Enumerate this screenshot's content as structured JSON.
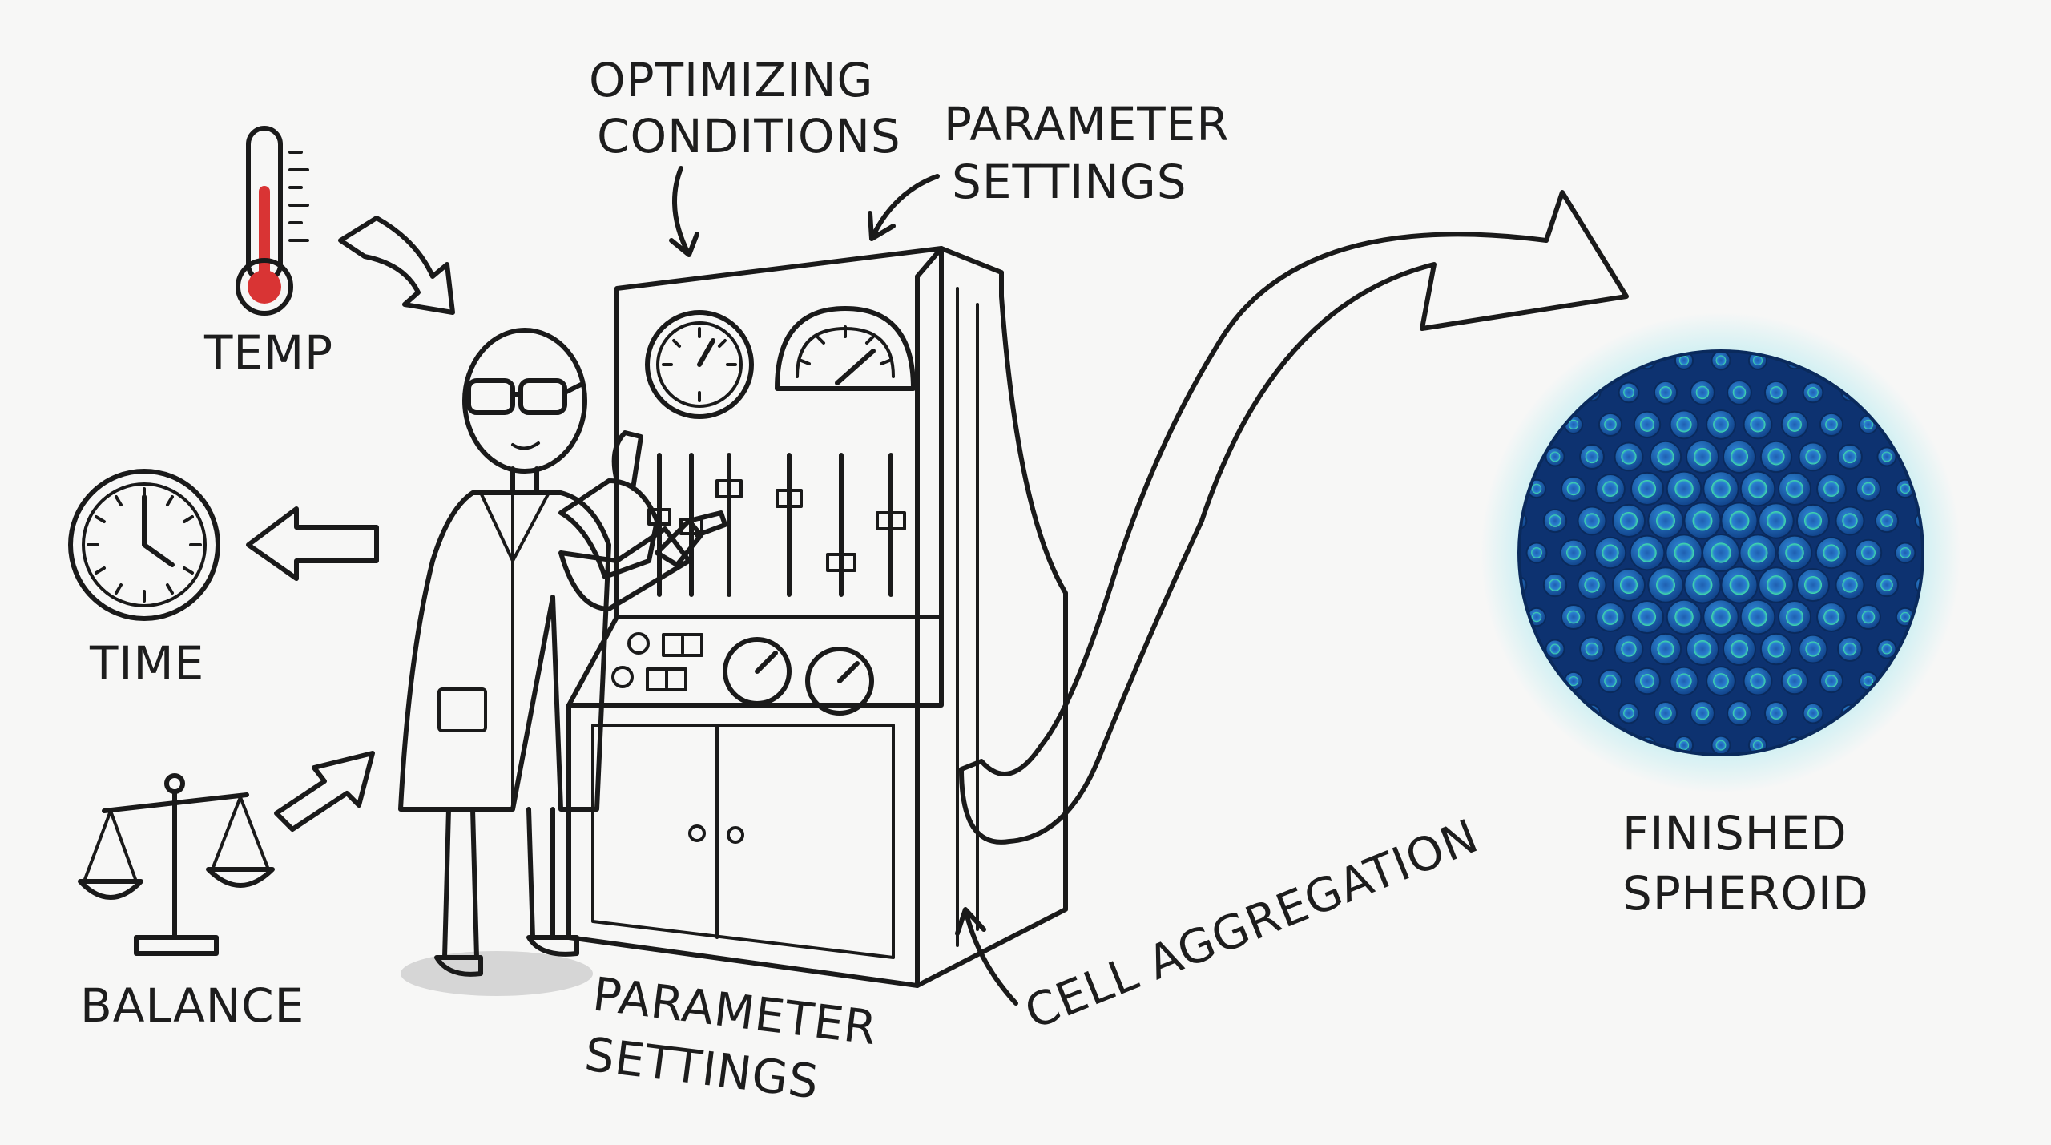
{
  "labels": {
    "optimizing_line1": "OPTIMIZING",
    "optimizing_line2": "CONDITIONS",
    "param_top_line1": "PARAMETER",
    "param_top_line2": "SETTINGS",
    "temp": "TEMP",
    "time": "TIME",
    "balance": "BALANCE",
    "param_bottom_line1": "PARAMETER",
    "param_bottom_line2": "SETTINGS",
    "cell_aggregation": "CELL AGGREGATION",
    "finished_line1": "FINISHED",
    "finished_line2": "SPHEROID"
  },
  "icons": {
    "thermometer": "thermometer-icon",
    "clock": "clock-icon",
    "scale": "balance-scale-icon",
    "spheroid": "cell-spheroid"
  },
  "colors": {
    "ink": "#1a1a1a",
    "thermometer_red": "#d93434",
    "spheroid_cell": "#1b63b8",
    "spheroid_nucleus_glow": "#3fe0a0",
    "spheroid_halo": "#4fd8e8",
    "machine_shade": "#d8d8d8"
  }
}
